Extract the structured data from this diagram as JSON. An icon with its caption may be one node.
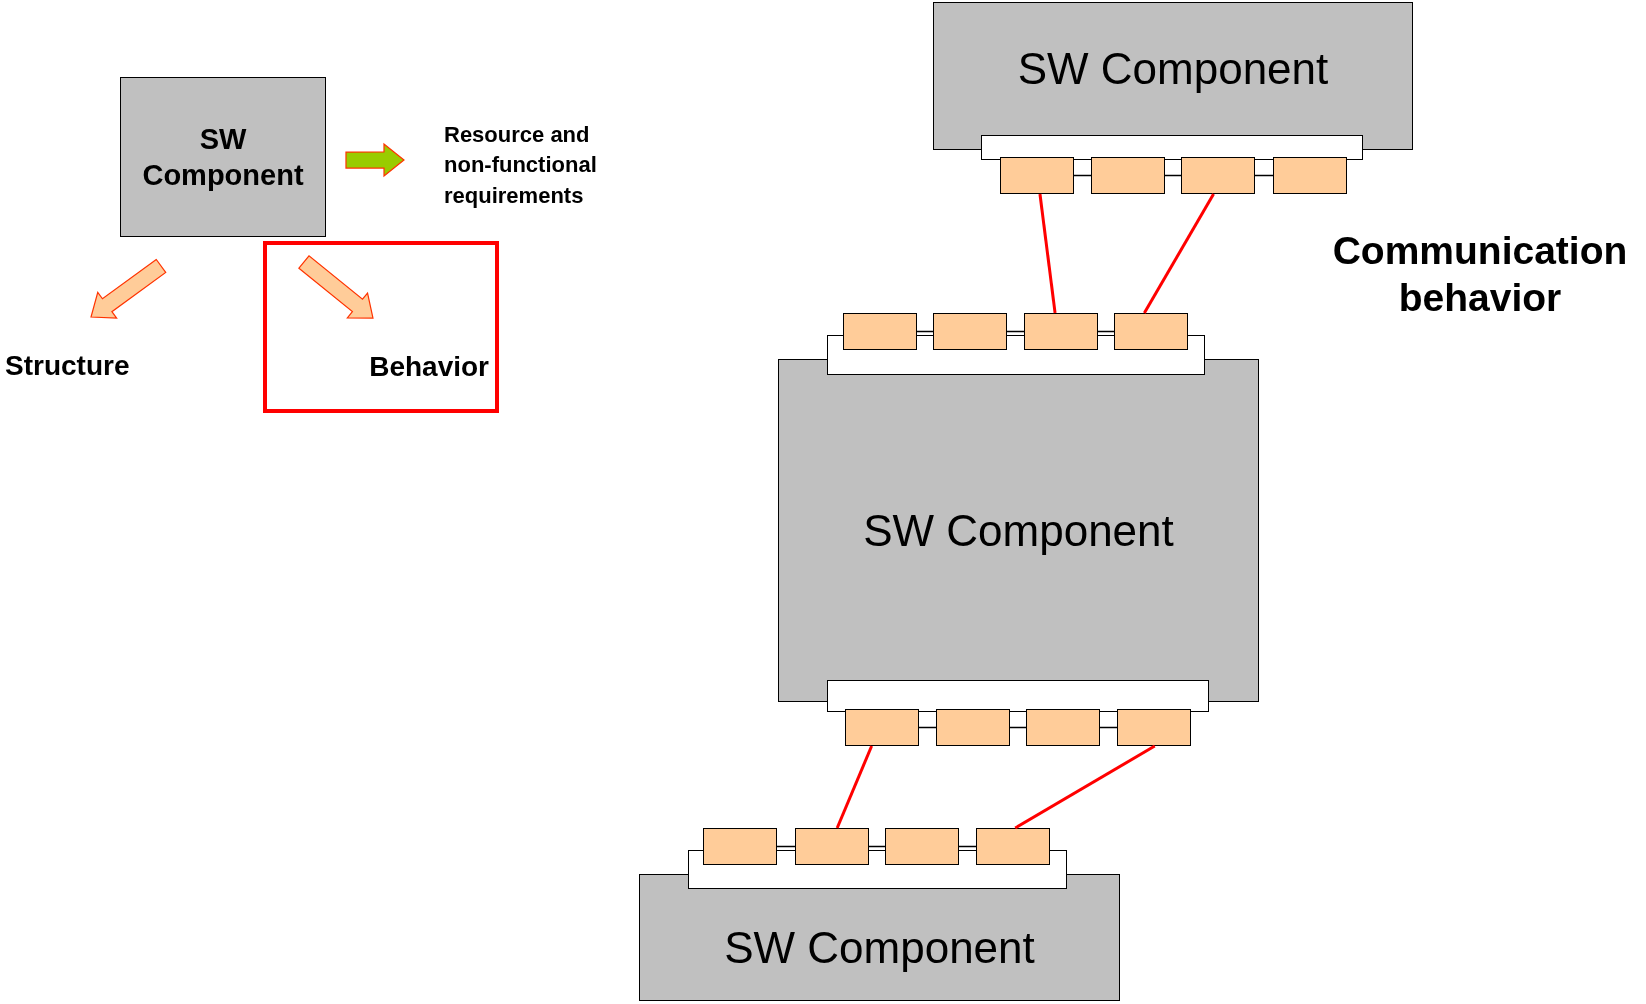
{
  "diagram": {
    "nodes": [
      {
        "text": [
          "SW Component"
        ]
      },
      {
        "text": [
          "Resource and non-functional requirements"
        ]
      },
      {
        "text": [
          "Structure"
        ]
      },
      {
        "text": [
          "Behavior"
        ]
      },
      {
        "text": [
          "SW Component"
        ]
      },
      {
        "text": [],
        "shape": "bar"
      },
      {
        "text": [],
        "shape": "box"
      },
      {
        "text": [],
        "shape": "box"
      },
      {
        "text": [],
        "shape": "box"
      },
      {
        "text": [],
        "shape": "box"
      },
      {
        "text": [
          "SW Component"
        ]
      },
      {
        "text": [],
        "shape": "bar"
      },
      {
        "text": [],
        "shape": "box"
      },
      {
        "text": [],
        "shape": "box"
      },
      {
        "text": [],
        "shape": "box"
      },
      {
        "text": [],
        "shape": "box"
      },
      {
        "text": [],
        "shape": "bar"
      },
      {
        "text": [],
        "shape": "box"
      },
      {
        "text": [],
        "shape": "box"
      },
      {
        "text": [],
        "shape": "box"
      },
      {
        "text": [],
        "shape": "box"
      },
      {
        "text": [
          "SW Component"
        ]
      },
      {
        "text": [],
        "shape": "bar"
      },
      {
        "text": [],
        "shape": "box"
      },
      {
        "text": [],
        "shape": "box"
      },
      {
        "text": [],
        "shape": "box"
      },
      {
        "text": [],
        "shape": "box"
      }
    ],
    "edges": [
      {
        "from": 0,
        "to": 1,
        "arrow": "to",
        "style": "thick",
        "color": "#99cc00"
      },
      {
        "from": 0,
        "to": 2,
        "arrow": "to",
        "style": "thick",
        "color": "#ffcc99"
      },
      {
        "from": 0,
        "to": 3,
        "arrow": "to",
        "style": "thick",
        "color": "#ffcc99"
      },
      {
        "from": 6,
        "to": 14,
        "arrow": "none",
        "color": "#ff0000"
      },
      {
        "from": 8,
        "to": 15,
        "arrow": "none",
        "color": "#ff0000"
      },
      {
        "from": 17,
        "to": 24,
        "arrow": "none",
        "color": "#ff0000"
      },
      {
        "from": 20,
        "to": 26,
        "arrow": "none",
        "color": "#ff0000"
      },
      {
        "from": 6,
        "to": 7,
        "arrow": "none"
      },
      {
        "from": 7,
        "to": 8,
        "arrow": "none"
      },
      {
        "from": 8,
        "to": 9,
        "arrow": "none"
      },
      {
        "from": 12,
        "to": 13,
        "arrow": "none"
      },
      {
        "from": 13,
        "to": 14,
        "arrow": "none"
      },
      {
        "from": 14,
        "to": 15,
        "arrow": "none"
      },
      {
        "from": 17,
        "to": 18,
        "arrow": "none"
      },
      {
        "from": 18,
        "to": 19,
        "arrow": "none"
      },
      {
        "from": 19,
        "to": 20,
        "arrow": "none"
      },
      {
        "from": 23,
        "to": 24,
        "arrow": "none"
      },
      {
        "from": 24,
        "to": 25,
        "arrow": "none"
      },
      {
        "from": 25,
        "to": 26,
        "arrow": "none"
      }
    ],
    "labels": [
      "Communication behavior"
    ]
  }
}
